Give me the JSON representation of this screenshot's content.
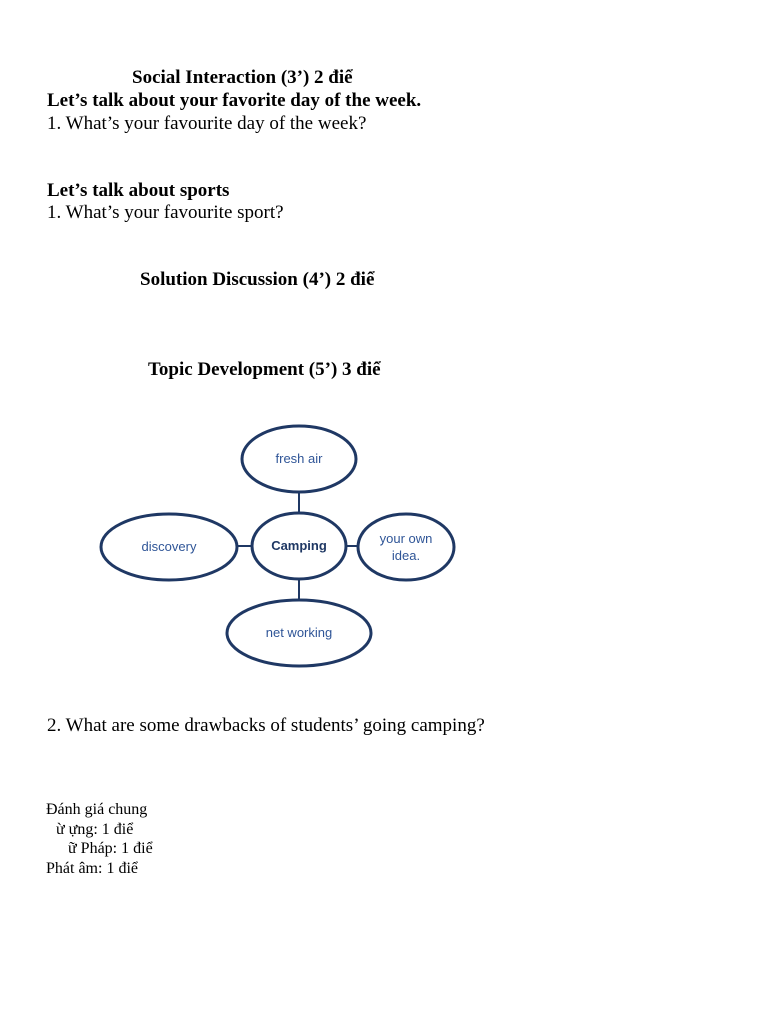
{
  "section1": {
    "title": "Social Interaction (3’) 2 điể",
    "topic1": "Let’s talk about your favorite day of the week.",
    "q1": "1. What’s your favourite day of the week?",
    "topic2": "Let’s talk about sports",
    "q2": "1. What’s your favourite sport?"
  },
  "section2": {
    "title": "Solution Discussion (4’) 2 điể"
  },
  "section3": {
    "title": "Topic Development (5’) 3 điể",
    "mindmap": {
      "center": "Camping",
      "top": "fresh air",
      "left": "discovery",
      "right_line1": "your own",
      "right_line2": "idea.",
      "bottom": "net working"
    },
    "q2": "2. What are some drawbacks of students’ going camping?"
  },
  "evaluation": {
    "title": "Đánh giá chung",
    "line1": "ừ   ựng: 1 điể",
    "line2": "ữ Pháp: 1 điể",
    "line3": "Phát âm: 1 điể"
  }
}
